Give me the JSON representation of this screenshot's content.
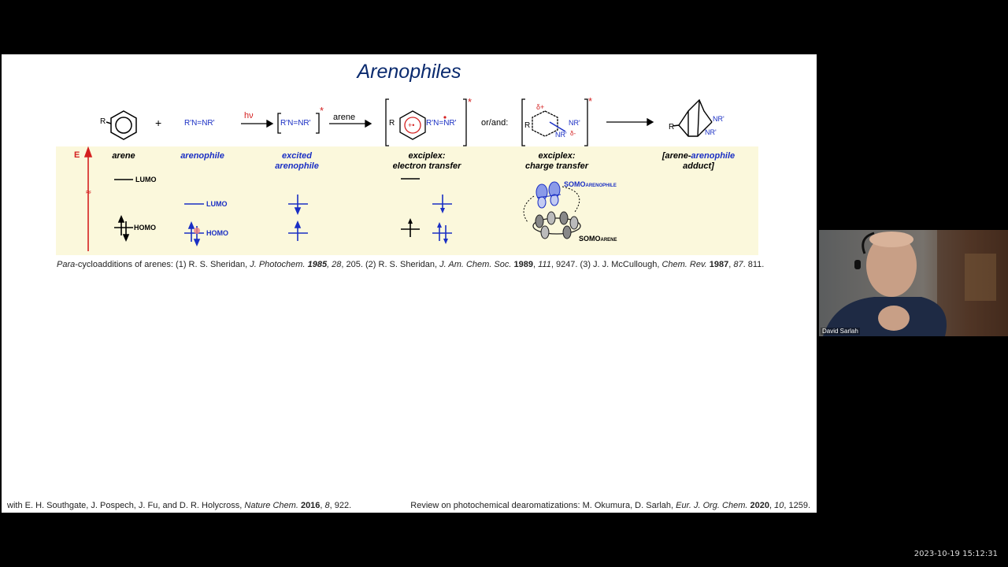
{
  "slide": {
    "title": "Arenophiles",
    "scheme": {
      "arene_label": "arene",
      "arrow_hv": "hν",
      "or_and": "or/and:",
      "r_subst": "R",
      "azo": "R'N=NR'",
      "excited_azo": "R'N=NR'",
      "exciplex_ion_azo": "R'N=NR'",
      "nr1": "NR'",
      "nr2": "NR'",
      "delta_plus": "δ+",
      "delta_minus": "δ-",
      "star": "*"
    },
    "energy_label": "E",
    "columns": {
      "arene": "arene",
      "arenophile": "arenophile",
      "excited_l1": "excited",
      "excited_l2": "arenophile",
      "et_l1": "exciplex:",
      "et_l2": "electron transfer",
      "ct_l1": "exciplex:",
      "ct_l2": "charge transfer",
      "adduct_l1a": "[arene-",
      "adduct_l1b": "arenophile",
      "adduct_l2": "adduct]"
    },
    "orbitals": {
      "lumo": "LUMO",
      "homo": "HOMO",
      "lumo2": "LUMO",
      "homo2": "HOMO",
      "somo_arenophile": "SOMO",
      "somo_arenophile_sub": "ARENOPHILE",
      "somo_arene": "SOMO",
      "somo_arene_sub": "ARENE"
    },
    "references": {
      "r1a": "Para",
      "r1b": "-cycloadditions of arenes: (1) R. S. Sheridan, ",
      "r1c": "J. Photochem.",
      "r1d": " 1985",
      "r1e": ", 28",
      "r1f": ", 205. (2) R. S. Sheridan,  ",
      "r2a": "J. Am. Chem. Soc.",
      "r2b": " 1989",
      "r2c": ", ",
      "r2d": "111",
      "r2e": ", 9247. (3) J. J. McCullough, ",
      "r3a": "Chem. Rev.",
      "r3b": " 1987",
      "r3c": ", ",
      "r3d": "87",
      "r3e": ". 811."
    },
    "footer_left": {
      "a": "with E. H. Southgate, J. Pospech, J. Fu, and D. R. Holycross, ",
      "b": "Nature Chem.",
      "c": " 2016",
      "d": ", ",
      "e": "8",
      "f": ", 922."
    },
    "footer_right": {
      "a": "Review on photochemical dearomatizations: M. Okumura, D. Sarlah, ",
      "b": "Eur. J. Org. Chem.",
      "c": " 2020",
      "d": ", ",
      "e": "10",
      "f": ", 1259."
    }
  },
  "webcam": {
    "name": "David Sarlah"
  },
  "timestamp": "2023-10-19  15:12:31",
  "colors": {
    "blue": "#1a2fc4",
    "red": "#d42020",
    "title": "#0a2a6e",
    "band": "#fbf8dc"
  }
}
